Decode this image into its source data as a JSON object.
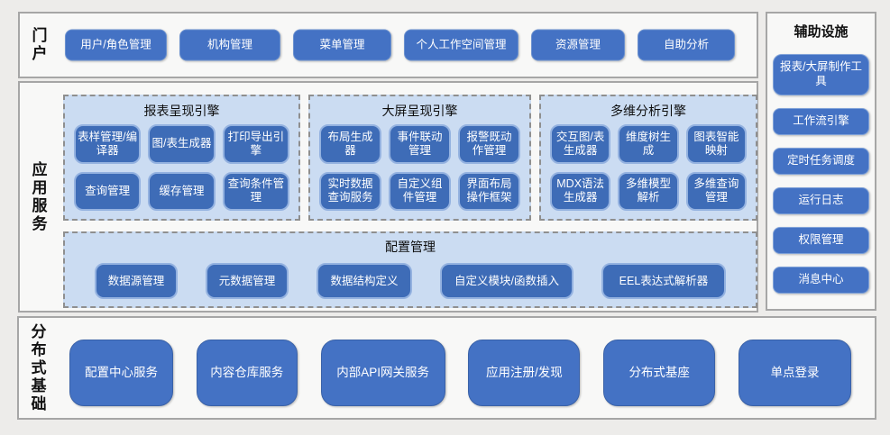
{
  "colors": {
    "accent_blue": "#4472c4",
    "node_blue": "#3e6cb7",
    "node_border": "#94b2e0",
    "group_bg": "#cbdcf2",
    "panel_border": "#a6a6a6",
    "page_bg": "#edecea"
  },
  "portal": {
    "label": "门户",
    "items": [
      "用户/角色管理",
      "机构管理",
      "菜单管理",
      "个人工作空间管理",
      "资源管理",
      "自助分析"
    ]
  },
  "app_services": {
    "label": "应用服务",
    "engines": [
      {
        "title": "报表呈现引擎",
        "items": [
          "表样管理/编译器",
          "图/表生成器",
          "打印导出引擎",
          "查询管理",
          "缓存管理",
          "查询条件管理"
        ]
      },
      {
        "title": "大屏呈现引擎",
        "items": [
          "布局生成器",
          "事件联动管理",
          "报警既动作管理",
          "实时数据查询服务",
          "自定义组件管理",
          "界面布局操作框架"
        ]
      },
      {
        "title": "多维分析引擎",
        "items": [
          "交互图/表生成器",
          "维度树生成",
          "图表智能映射",
          "MDX语法生成器",
          "多维模型解析",
          "多维查询管理"
        ]
      }
    ],
    "config": {
      "title": "配置管理",
      "items": [
        "数据源管理",
        "元数据管理",
        "数据结构定义",
        "自定义模块/函数插入",
        "EEL表达式解析器"
      ]
    }
  },
  "auxiliary": {
    "title": "辅助设施",
    "items": [
      "报表/大屏制作工具",
      "工作流引擎",
      "定时任务调度",
      "运行日志",
      "权限管理",
      "消息中心"
    ]
  },
  "distributed": {
    "label": "分布式基础",
    "items": [
      "配置中心服务",
      "内容仓库服务",
      "内部API网关服务",
      "应用注册/发现",
      "分布式基座",
      "单点登录"
    ]
  }
}
